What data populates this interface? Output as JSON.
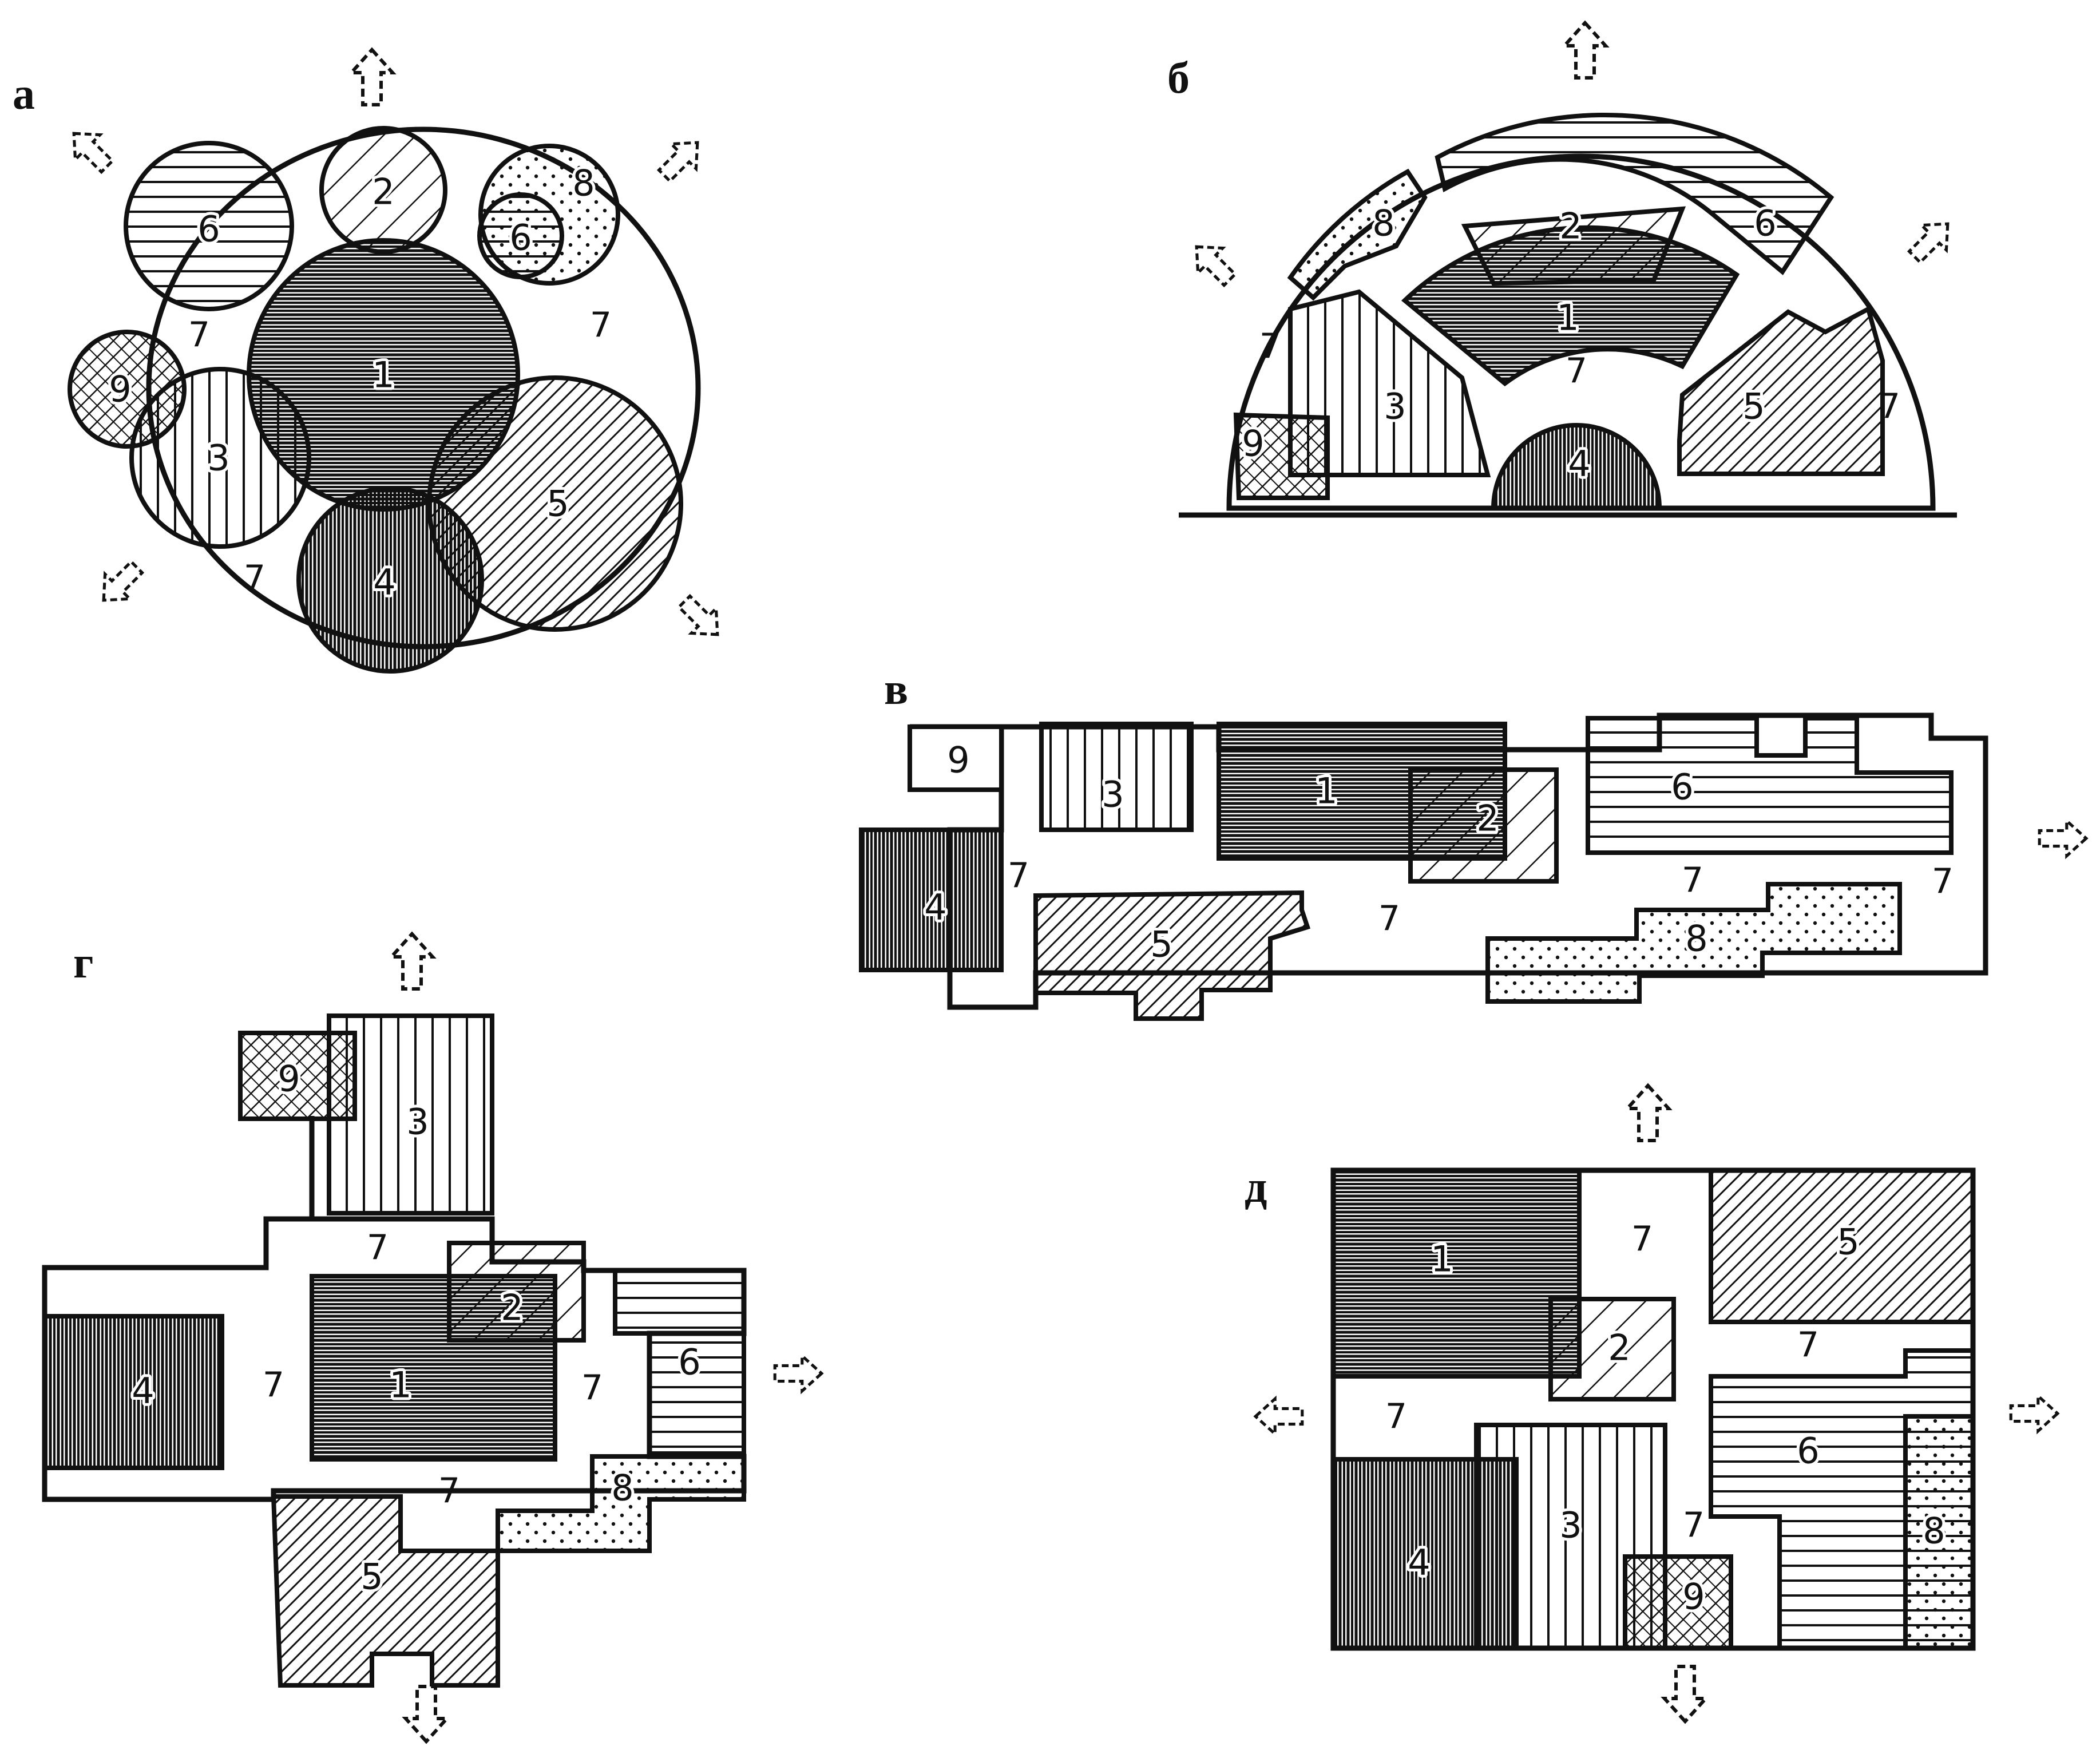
{
  "panels": {
    "a": {
      "letter": "а"
    },
    "b": {
      "letter": "б"
    },
    "v": {
      "letter": "в"
    },
    "g": {
      "letter": "г"
    },
    "d": {
      "letter": "д"
    }
  },
  "zone_labels": {
    "z1": "1",
    "z2": "2",
    "z3": "3",
    "z4": "4",
    "z5": "5",
    "z6": "6",
    "z7": "7",
    "z8": "8",
    "z9": "9"
  },
  "patterns": {
    "1": "dense-horizontal",
    "2": "diagonal-sparse",
    "3": "vertical",
    "4": "dense-vertical",
    "5": "dense-diagonal",
    "6": "horizontal",
    "8": "dots",
    "9": "cross-hatch"
  },
  "icons": {
    "exit_arrow": "dashed-arrow-icon"
  },
  "colors": {
    "ink": "#111111",
    "paper": "#ffffff"
  }
}
